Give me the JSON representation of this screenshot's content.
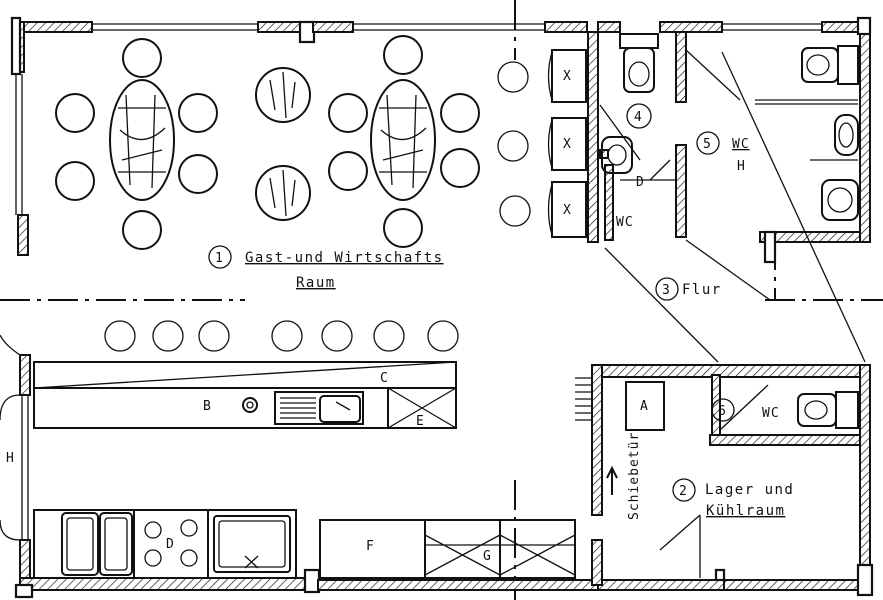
{
  "rooms": [
    {
      "num": "1",
      "name_line1": "Gast-und Wirtschafts",
      "name_line2": "Raum"
    },
    {
      "num": "2",
      "name_line1": "Lager und",
      "name_line2": "Kühlraum"
    },
    {
      "num": "3",
      "name_line1": "Flur"
    },
    {
      "num": "4",
      "name_line1": "D",
      "name_line2": "WC"
    },
    {
      "num": "5",
      "name_line1": "WC",
      "name_line2": "H"
    },
    {
      "num": "6",
      "name_line1": "WC"
    }
  ],
  "labels": {
    "counter_b": "B",
    "counter_c": "C",
    "counter_e": "E",
    "kitchen_f": "F",
    "kitchen_g": "G",
    "storage_a": "A",
    "entrance_h": "H",
    "sliding_door": "Schiebetür",
    "stove_d": "D",
    "locker": "X"
  }
}
